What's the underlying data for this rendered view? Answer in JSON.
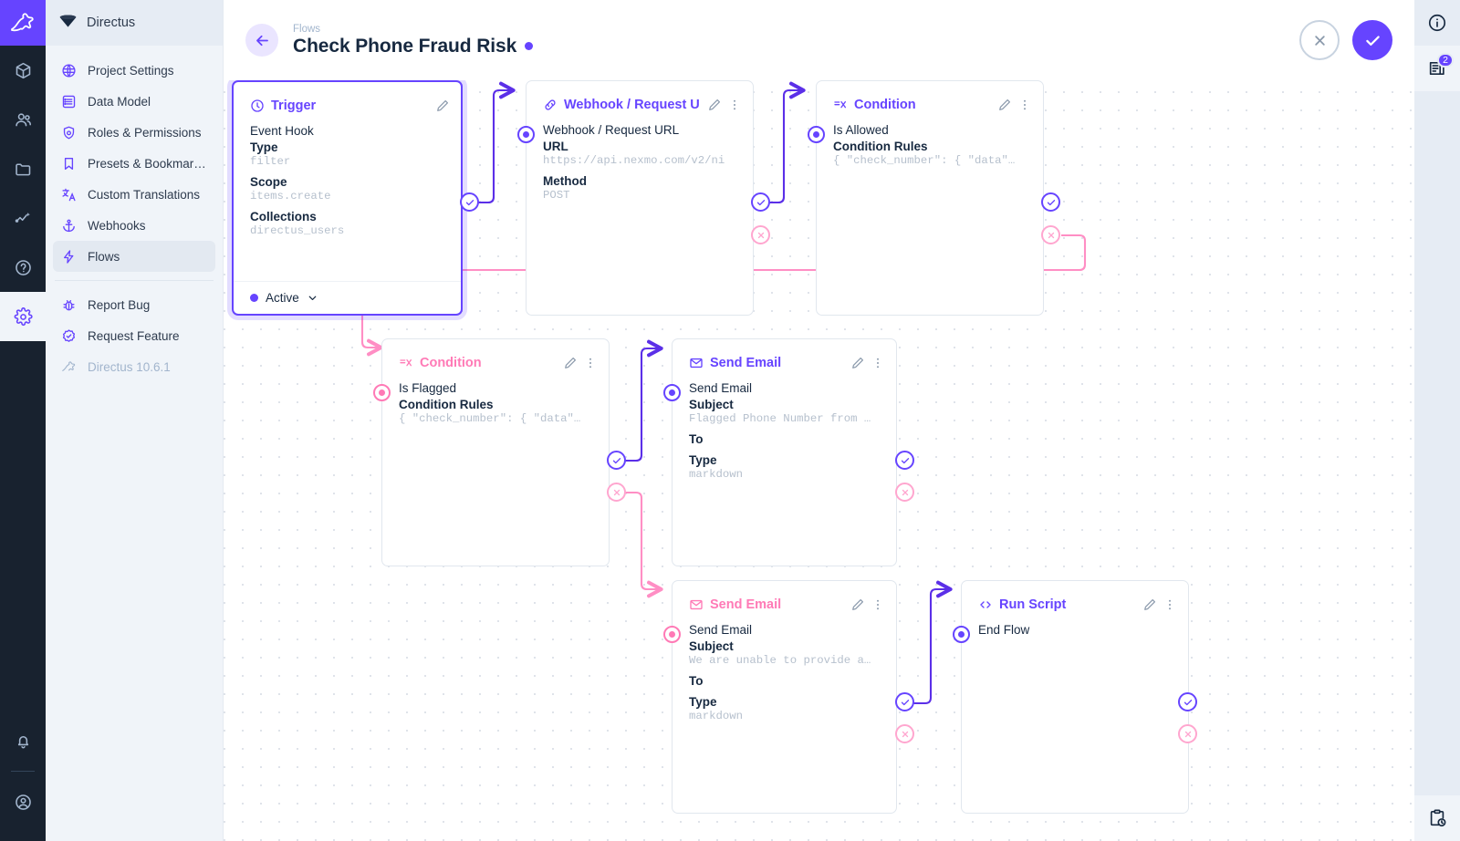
{
  "app": {
    "brand": "Directus",
    "version": "Directus 10.6.1"
  },
  "rail": {
    "logo_icon": "rabbit-logo-icon",
    "items": [
      {
        "icon": "box-icon",
        "name": "content"
      },
      {
        "icon": "people-icon",
        "name": "users"
      },
      {
        "icon": "folder-icon",
        "name": "files"
      },
      {
        "icon": "insights-icon",
        "name": "insights"
      },
      {
        "icon": "help-icon",
        "name": "help"
      },
      {
        "icon": "gear-icon",
        "name": "settings",
        "active": true
      }
    ],
    "bottom": [
      {
        "icon": "bell-icon",
        "name": "notifications"
      },
      {
        "icon": "avatar-icon",
        "name": "account"
      }
    ]
  },
  "sidebar": {
    "header_title": "Directus",
    "header_icon": "directus-diamond-icon",
    "items": [
      {
        "label": "Project Settings",
        "icon": "globe-icon",
        "active": false
      },
      {
        "label": "Data Model",
        "icon": "list-box-icon",
        "active": false
      },
      {
        "label": "Roles & Permissions",
        "icon": "shield-icon",
        "active": false
      },
      {
        "label": "Presets & Bookmar…",
        "icon": "bookmark-icon",
        "active": false
      },
      {
        "label": "Custom Translations",
        "icon": "translate-icon",
        "active": false
      },
      {
        "label": "Webhooks",
        "icon": "anchor-icon",
        "active": false
      },
      {
        "label": "Flows",
        "icon": "bolt-icon",
        "active": true
      }
    ],
    "footer_items": [
      {
        "label": "Report Bug",
        "icon": "bug-icon"
      },
      {
        "label": "Request Feature",
        "icon": "check-badge-icon"
      }
    ],
    "version_label": "Directus 10.6.1",
    "version_icon": "rabbit-icon"
  },
  "header": {
    "breadcrumb": "Flows",
    "title": "Check Phone Fraud Risk",
    "status_dot_color": "#6644ff",
    "back_icon": "arrow-left-icon",
    "cancel_icon": "close-icon",
    "save_icon": "check-icon"
  },
  "right_rail": {
    "items": [
      {
        "icon": "info-icon",
        "name": "info",
        "badge": null
      },
      {
        "icon": "flow-logs-icon",
        "name": "logs",
        "badge": "2"
      }
    ],
    "bottom": [
      {
        "icon": "clipboard-clock-icon",
        "name": "activity",
        "badge": null
      }
    ]
  },
  "flow": {
    "colors": {
      "accent": "#6644ff",
      "reject": "#ff7ab6",
      "reject_line": "#ff8ec4"
    },
    "nodes": [
      {
        "id": "trigger",
        "type": "trigger",
        "header": "Trigger",
        "header_icon": "trigger-bolt-icon",
        "color": "purple",
        "selected": true,
        "row_name": "Event Hook",
        "fields": [
          {
            "label": "Type",
            "value": "filter"
          },
          {
            "label": "Scope",
            "value": "items.create"
          },
          {
            "label": "Collections",
            "value": "directus_users"
          }
        ],
        "footer": {
          "label": "Active",
          "chevron_icon": "chevron-down-icon"
        },
        "has_kebab": false
      },
      {
        "id": "webhook",
        "type": "request",
        "header": "Webhook / Request U",
        "header_icon": "link-icon",
        "color": "purple",
        "selected": false,
        "row_name": "Webhook / Request URL",
        "fields": [
          {
            "label": "URL",
            "value": "https://api.nexmo.com/v2/ni"
          },
          {
            "label": "Method",
            "value": "POST"
          }
        ],
        "has_kebab": true
      },
      {
        "id": "cond-allowed",
        "type": "condition",
        "header": "Condition",
        "header_icon": "condition-rule-icon",
        "color": "purple",
        "selected": false,
        "row_name": "Is Allowed",
        "fields": [
          {
            "label": "Condition Rules",
            "value": "{ \"check_number\": { \"data\"…"
          }
        ],
        "has_kebab": true
      },
      {
        "id": "cond-flagged",
        "type": "condition",
        "header": "Condition",
        "header_icon": "condition-rule-icon",
        "color": "pink",
        "selected": false,
        "row_name": "Is Flagged",
        "fields": [
          {
            "label": "Condition Rules",
            "value": "{ \"check_number\": { \"data\"…"
          }
        ],
        "has_kebab": true
      },
      {
        "id": "email-flagged",
        "type": "mail",
        "header": "Send Email",
        "header_icon": "envelope-icon",
        "color": "purple",
        "selected": false,
        "row_name": "Send Email",
        "fields": [
          {
            "label": "Subject",
            "value": "Flagged Phone Number from …"
          },
          {
            "label": "To",
            "value": ""
          },
          {
            "label": "Type",
            "value": "markdown"
          }
        ],
        "has_kebab": true
      },
      {
        "id": "email-unable",
        "type": "mail",
        "header": "Send Email",
        "header_icon": "envelope-icon",
        "color": "pink",
        "selected": false,
        "row_name": "Send Email",
        "fields": [
          {
            "label": "Subject",
            "value": "We are unable to provide a…"
          },
          {
            "label": "To",
            "value": ""
          },
          {
            "label": "Type",
            "value": "markdown"
          }
        ],
        "has_kebab": true
      },
      {
        "id": "run-script",
        "type": "script",
        "header": "Run Script",
        "header_icon": "code-brackets-icon",
        "color": "purple",
        "selected": false,
        "row_name": "End Flow",
        "fields": [],
        "has_kebab": true
      }
    ]
  }
}
